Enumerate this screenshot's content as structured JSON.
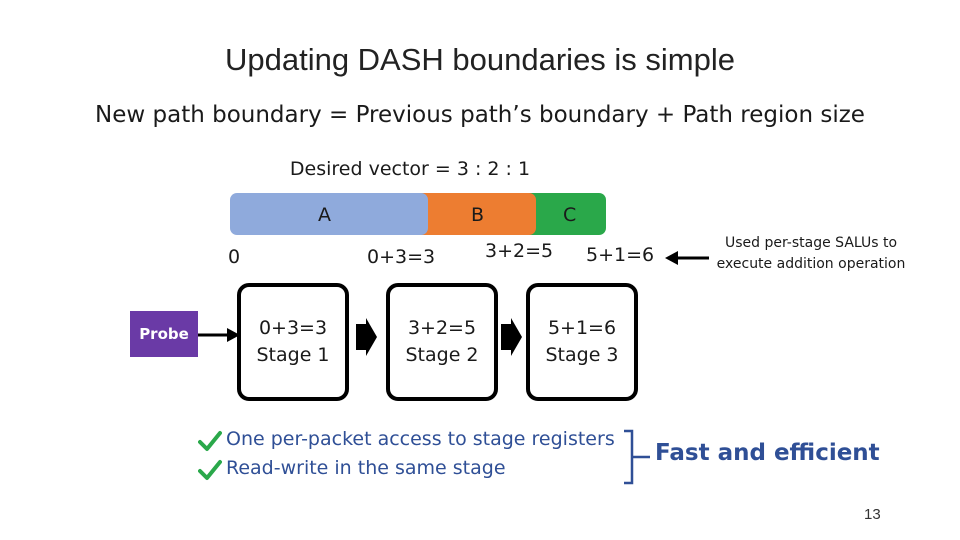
{
  "title": "Updating DASH boundaries is simple",
  "formula": "New path boundary = Previous path’s boundary + Path region size",
  "desired_vector": "Desired vector = 3 : 2 : 1",
  "segments": [
    {
      "label": "A",
      "color": "#8faadc"
    },
    {
      "label": "B",
      "color": "#ed7d31"
    },
    {
      "label": "C",
      "color": "#2aa84a"
    }
  ],
  "boundaries": [
    "0",
    "0+3=3",
    "3+2=5",
    "5+1=6"
  ],
  "note": "Used per-stage SALUs to execute addition operation",
  "probe_label": "Probe",
  "stages": [
    {
      "op": "0+3=3",
      "name": "Stage 1"
    },
    {
      "op": "3+2=5",
      "name": "Stage 2"
    },
    {
      "op": "5+1=6",
      "name": "Stage 3"
    }
  ],
  "bullets": [
    "One per-packet access to stage registers",
    "Read-write in the same stage"
  ],
  "conclusion": "Fast and efficient",
  "page_number": "13",
  "colors": {
    "accent_text": "#2f4f96",
    "check": "#2aa84a",
    "probe": "#6a3aa6"
  }
}
